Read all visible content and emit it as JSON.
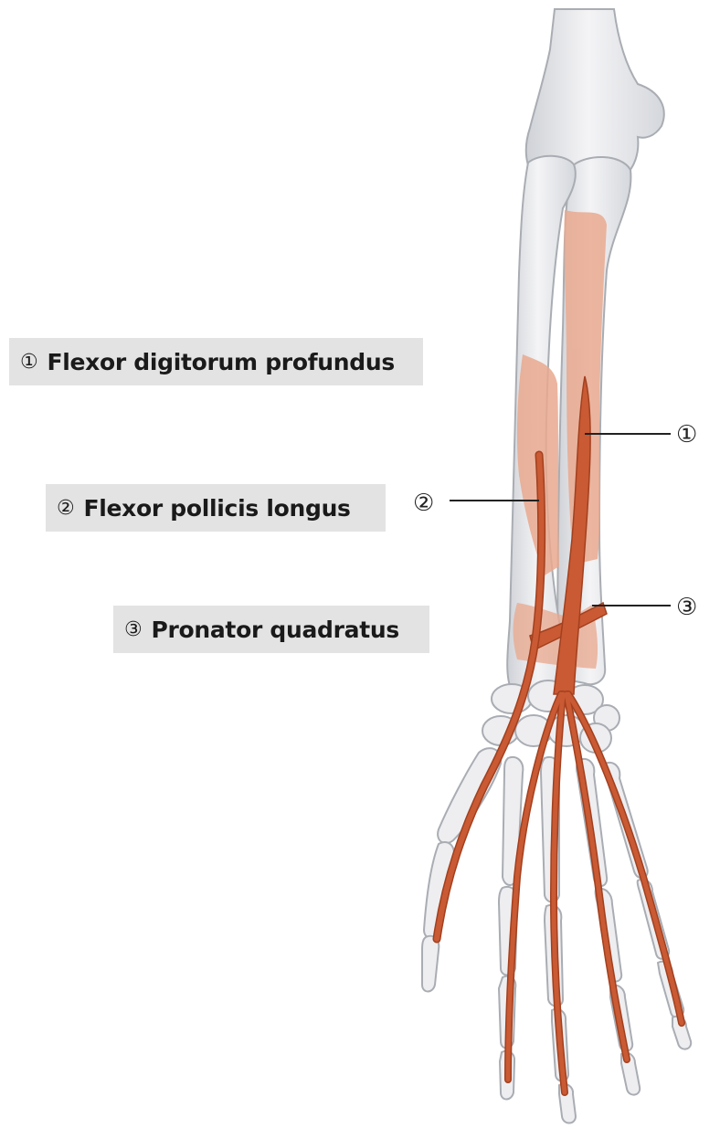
{
  "legend": [
    {
      "number": "①",
      "label": "Flexor digitorum profundus"
    },
    {
      "number": "②",
      "label": "Flexor pollicis longus"
    },
    {
      "number": "③",
      "label": "Pronator quadratus"
    }
  ],
  "callouts": [
    "①",
    "②",
    "③"
  ],
  "colors": {
    "bone_fill": "#ececee",
    "bone_stroke": "#a9adb3",
    "muscle_origin": "#e9a98f",
    "tendon": "#c95a33",
    "tendon_dark": "#a2401f",
    "legend_background": "#e3e3e3"
  }
}
